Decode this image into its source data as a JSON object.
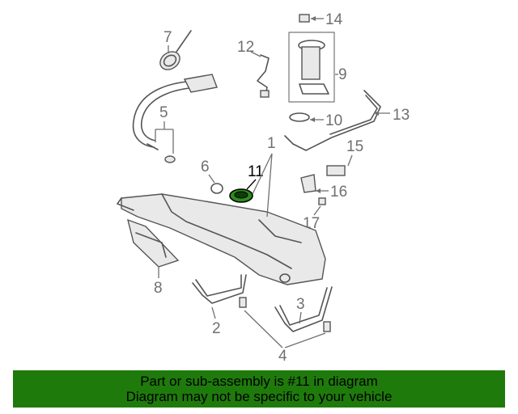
{
  "diagram": {
    "highlighted_part": "11",
    "callouts": {
      "c1": "1",
      "c2": "2",
      "c3": "3",
      "c4": "4",
      "c5": "5",
      "c6": "6",
      "c7": "7",
      "c8": "8",
      "c9": "9",
      "c10": "10",
      "c11": "11",
      "c12": "12",
      "c13": "13",
      "c14": "14",
      "c15": "15",
      "c16": "16",
      "c17": "17"
    },
    "colors": {
      "line": "#555555",
      "label": "#6f6f6f",
      "highlight": "#000000",
      "highlight_part_fill": "#2e8b1c"
    }
  },
  "banner": {
    "line1": "Part or sub-assembly is #11 in diagram",
    "line2": "Diagram may not be specific to your vehicle",
    "background": "#1f7a0c"
  }
}
